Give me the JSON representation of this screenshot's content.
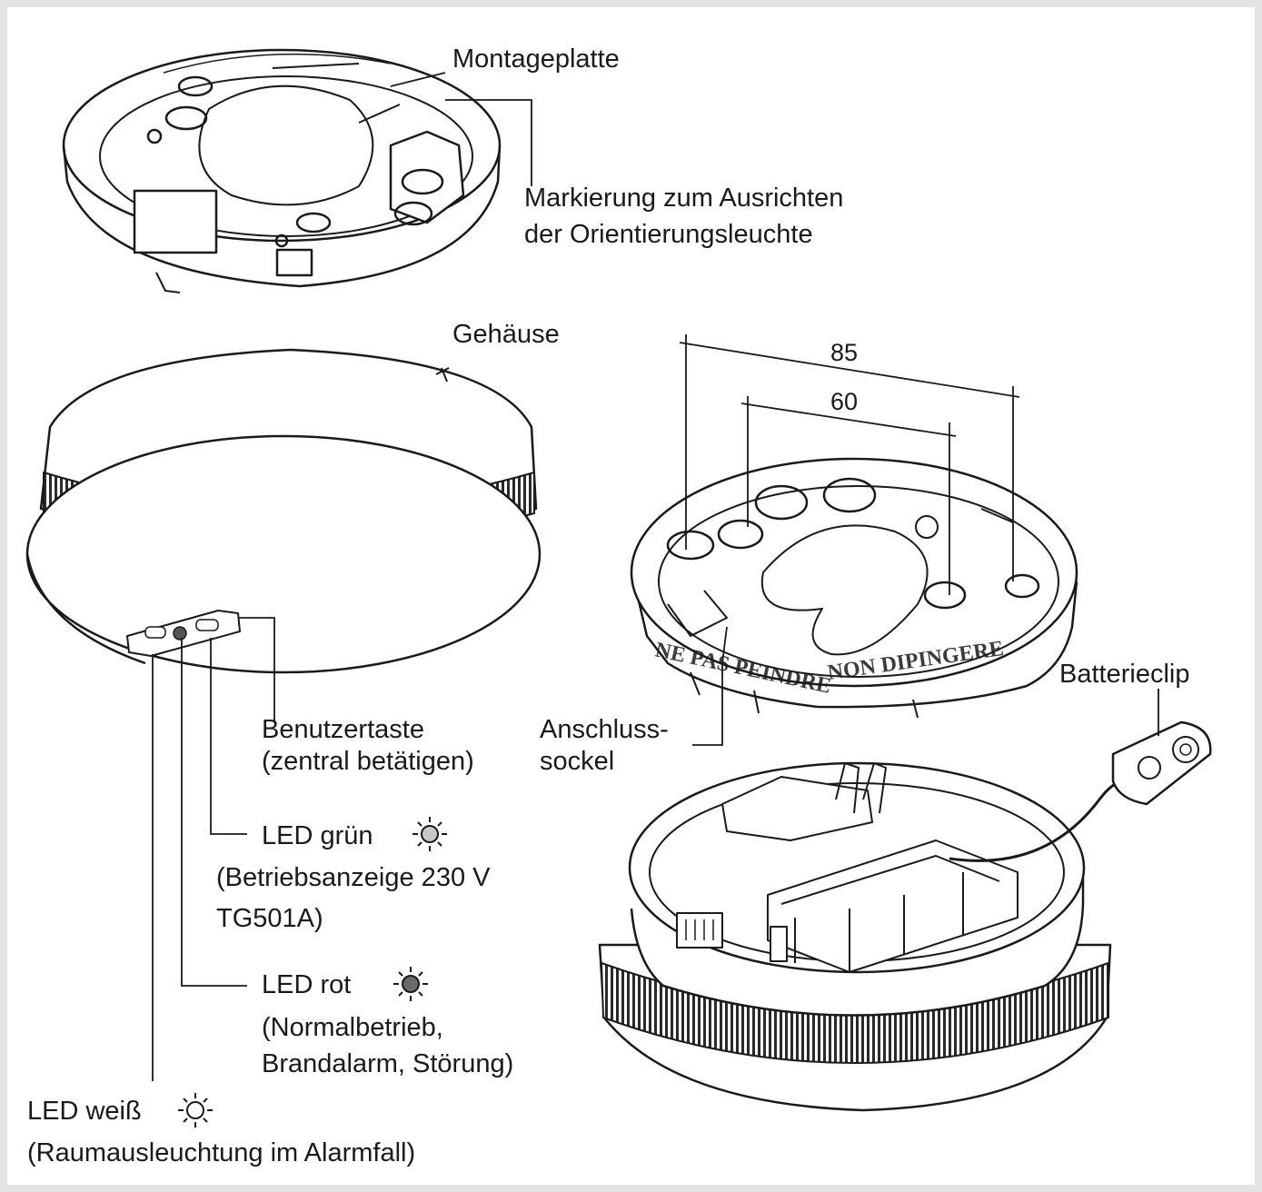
{
  "labels": {
    "montageplatte": "Montageplatte",
    "markierung_1": "Markierung zum Ausrichten",
    "markierung_2": "der Orientierungsleuchte",
    "gehaeuse": "Gehäuse",
    "benutzertaste_1": "Benutzertaste",
    "benutzertaste_2": "(zentral betätigen)",
    "anschluss_1": "Anschluss-",
    "anschluss_2": "sockel",
    "batterieclip": "Batterieclip",
    "led_gruen": "LED grün",
    "led_gruen_desc_1": "(Betriebsanzeige 230 V",
    "led_gruen_desc_2": "TG501A)",
    "led_rot": "LED rot",
    "led_rot_desc_1": "(Normalbetrieb,",
    "led_rot_desc_2": "Brandalarm, Störung)",
    "led_weiss": "LED weiß",
    "led_weiss_desc": "(Raumausleuchtung im Alarmfall)"
  },
  "dimensions": {
    "outer": "85",
    "inner": "60"
  },
  "colors": {
    "line": "#1a1a1a",
    "led_green": "#c8c8c8",
    "led_red": "#6a6a6a",
    "led_white": "#ffffff"
  },
  "icons": {
    "led_gruen": "led-light-icon",
    "led_rot": "led-light-icon",
    "led_weiss": "led-light-icon"
  }
}
